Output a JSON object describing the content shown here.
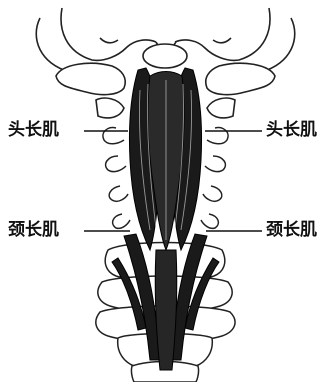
{
  "labels": {
    "longus_capitis_left": "头长肌",
    "longus_capitis_right": "头长肌",
    "longus_colli_left": "颈长肌",
    "longus_colli_right": "颈长肌"
  }
}
